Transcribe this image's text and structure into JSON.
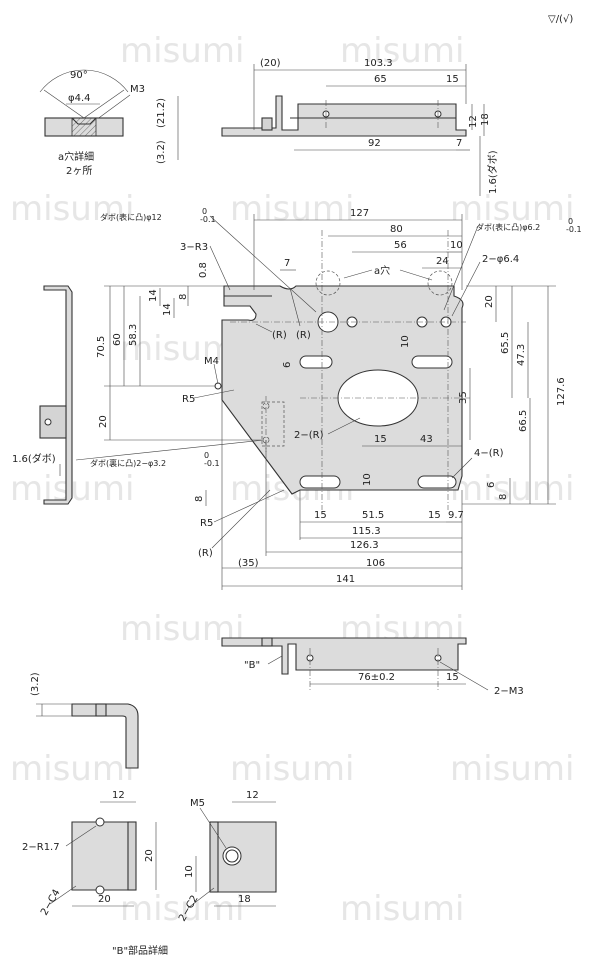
{
  "watermark": "misumi",
  "roughness": "▽/(√)",
  "detail_a": {
    "angle": "90°",
    "dia": "φ4.4",
    "thread": "M3",
    "caption": "a穴詳細",
    "count": "2ヶ所"
  },
  "top_view": {
    "d_20": "(20)",
    "d_103_3": "103.3",
    "d_65": "65",
    "d_15": "15",
    "d_21_2": "(21.2)",
    "d_3_2": "(3.2)",
    "d_12": "12",
    "d_18": "18",
    "d_92": "92",
    "d_7": "7",
    "dabo_16": "1.6(ダボ)"
  },
  "main": {
    "d_127": "127",
    "d_80": "80",
    "d_56": "56",
    "d_10": "10",
    "d_24": "24",
    "d_7": "7",
    "d_08": "0.8",
    "d_14a": "14",
    "d_14b": "14",
    "d_8": "8",
    "d_70_5": "70.5",
    "d_60": "60",
    "d_58_3": "58.3",
    "d_20l": "20",
    "d_10a": "10",
    "d_6": "6",
    "d_35": "35",
    "d_15a": "15",
    "d_43": "43",
    "d_10b": "10",
    "d_6r": "6",
    "d_8r": "8",
    "d_8l": "8",
    "d_20r": "20",
    "d_65_5": "65.5",
    "d_47_3": "47.3",
    "d_127_6": "127.6",
    "d_66_5": "66.5",
    "d_15b": "15",
    "d_51_5": "51.5",
    "d_15c": "15",
    "d_9_7": "9.7",
    "d_115_3": "115.3",
    "d_126_3": "126.3",
    "d_35p": "(35)",
    "d_106": "106",
    "d_141": "141",
    "dabo_front": "ダボ(表に凸)φ12",
    "dabo_front_tol_u": "0",
    "dabo_front_tol_l": "-0.1",
    "dabo_right": "ダボ(表に凸)φ6.2",
    "dabo_right_tol_u": "0",
    "dabo_right_tol_l": "-0.1",
    "r3": "3−R3",
    "a_hole": "a穴",
    "phi64": "2−φ6.4",
    "r_a": "(R)",
    "r_b": "(R)",
    "m4": "M4",
    "r5a": "R5",
    "r2": "2−(R)",
    "r4": "4−(R)",
    "dabo_back": "ダボ(裏に凸)2−φ3.2",
    "dabo_back_tol_u": "0",
    "dabo_back_tol_l": "-0.1",
    "r5b": "R5",
    "r_c": "(R)",
    "dabo_side": "1.6(ダボ)"
  },
  "bottom_view": {
    "b_label": "\"B\"",
    "d_76": "76±0.2",
    "d_15": "15",
    "m3": "2−M3"
  },
  "side_detail": {
    "d_3_2": "(3.2)"
  },
  "detail_b": {
    "d_12a": "12",
    "r17": "2−R1.7",
    "d_20a": "20",
    "c4": "2−C4",
    "d_20b": "20",
    "m5": "M5",
    "d_12b": "12",
    "d_10": "10",
    "c2": "2−C2",
    "d_18": "18",
    "caption": "\"B\"部品詳細"
  }
}
